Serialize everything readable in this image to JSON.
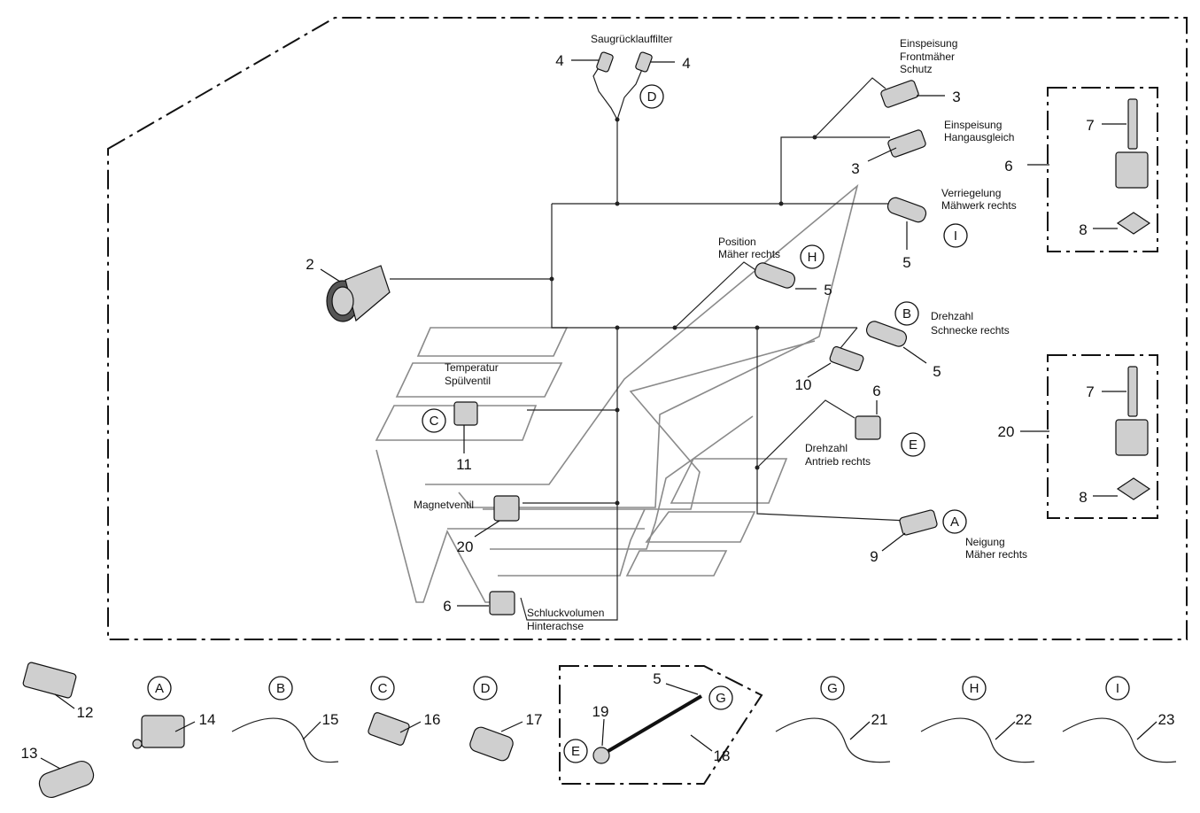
{
  "labels": {
    "saugruecklauffilter": "Saugrücklauffilter",
    "einspeisung_1": "Einspeisung",
    "frontmaeher": "Frontmäher",
    "schutz": "Schutz",
    "einspeisung_2": "Einspeisung",
    "hangausgleich": "Hangausgleich",
    "verriegelung": "Verriegelung",
    "maehwerk_rechts": "Mähwerk rechts",
    "position": "Position",
    "maeher_rechts_pos": "Mäher rechts",
    "drehzahl_1": "Drehzahl",
    "schnecke_rechts": "Schnecke rechts",
    "temperatur": "Temperatur",
    "spuelventil": "Spülventil",
    "drehzahl_2": "Drehzahl",
    "antrieb_rechts": "Antrieb rechts",
    "magnetventil": "Magnetventil",
    "neigung": "Neigung",
    "maeher_rechts_neig": "Mäher rechts",
    "schluckvolumen": "Schluckvolumen",
    "hinterachse": "Hinterachse"
  },
  "numbers": {
    "n4a": "4",
    "n4b": "4",
    "n3a": "3",
    "n3b": "3",
    "n7a": "7",
    "n6a": "6",
    "n8a": "8",
    "n2": "2",
    "n5a": "5",
    "n5b": "5",
    "n5c": "5",
    "n10": "10",
    "n6b": "6",
    "n11": "11",
    "n20a": "20",
    "n7b": "7",
    "n20b": "20",
    "n8b": "8",
    "n9": "9",
    "n6c": "6",
    "n12": "12",
    "n13": "13",
    "n14": "14",
    "n15": "15",
    "n16": "16",
    "n17": "17",
    "n5d": "5",
    "n19": "19",
    "n18": "18",
    "n21": "21",
    "n22": "22",
    "n23": "23"
  },
  "letters": {
    "D": "D",
    "I": "I",
    "H": "H",
    "B": "B",
    "C": "C",
    "E": "E",
    "A": "A",
    "kA": "A",
    "kB": "B",
    "kC": "C",
    "kD": "D",
    "kG": "G",
    "kE": "E",
    "kG2": "G",
    "kH": "H",
    "kI": "I"
  }
}
